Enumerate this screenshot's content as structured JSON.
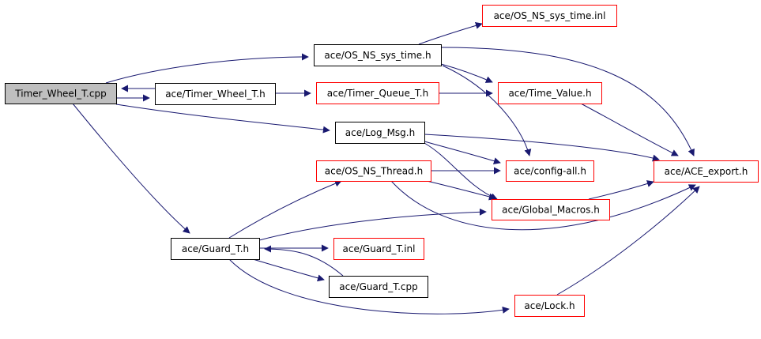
{
  "colors": {
    "background": "#ffffff",
    "edge": "#191970",
    "root_fill": "#bfbfbf",
    "black_border": "#000000",
    "red_border": "#ff0000"
  },
  "diagram": {
    "nodes": [
      {
        "id": "timer_wheel_cpp",
        "label": "Timer_Wheel_T.cpp",
        "style": "root"
      },
      {
        "id": "os_ns_sys_time_h",
        "label": "ace/OS_NS_sys_time.h",
        "style": "black"
      },
      {
        "id": "os_ns_sys_time_inl",
        "label": "ace/OS_NS_sys_time.inl",
        "style": "red"
      },
      {
        "id": "timer_wheel_h",
        "label": "ace/Timer_Wheel_T.h",
        "style": "black"
      },
      {
        "id": "timer_queue_h",
        "label": "ace/Timer_Queue_T.h",
        "style": "red"
      },
      {
        "id": "time_value_h",
        "label": "ace/Time_Value.h",
        "style": "red"
      },
      {
        "id": "log_msg_h",
        "label": "ace/Log_Msg.h",
        "style": "black"
      },
      {
        "id": "ace_export_h",
        "label": "ace/ACE_export.h",
        "style": "red"
      },
      {
        "id": "os_ns_thread_h",
        "label": "ace/OS_NS_Thread.h",
        "style": "red"
      },
      {
        "id": "config_all_h",
        "label": "ace/config-all.h",
        "style": "red"
      },
      {
        "id": "global_macros_h",
        "label": "ace/Global_Macros.h",
        "style": "red"
      },
      {
        "id": "guard_h",
        "label": "ace/Guard_T.h",
        "style": "black"
      },
      {
        "id": "guard_inl",
        "label": "ace/Guard_T.inl",
        "style": "red"
      },
      {
        "id": "guard_cpp",
        "label": "ace/Guard_T.cpp",
        "style": "black"
      },
      {
        "id": "lock_h",
        "label": "ace/Lock.h",
        "style": "red"
      }
    ],
    "edges": [
      {
        "from": "timer_wheel_cpp",
        "to": "os_ns_sys_time_h"
      },
      {
        "from": "timer_wheel_cpp",
        "to": "timer_wheel_h"
      },
      {
        "from": "timer_wheel_h",
        "to": "timer_wheel_cpp"
      },
      {
        "from": "timer_wheel_cpp",
        "to": "log_msg_h"
      },
      {
        "from": "timer_wheel_cpp",
        "to": "guard_h"
      },
      {
        "from": "os_ns_sys_time_h",
        "to": "os_ns_sys_time_inl"
      },
      {
        "from": "os_ns_sys_time_h",
        "to": "time_value_h"
      },
      {
        "from": "os_ns_sys_time_h",
        "to": "ace_export_h"
      },
      {
        "from": "os_ns_sys_time_h",
        "to": "config_all_h"
      },
      {
        "from": "timer_wheel_h",
        "to": "timer_queue_h"
      },
      {
        "from": "timer_queue_h",
        "to": "time_value_h"
      },
      {
        "from": "time_value_h",
        "to": "ace_export_h"
      },
      {
        "from": "log_msg_h",
        "to": "ace_export_h"
      },
      {
        "from": "log_msg_h",
        "to": "config_all_h"
      },
      {
        "from": "log_msg_h",
        "to": "global_macros_h"
      },
      {
        "from": "os_ns_thread_h",
        "to": "config_all_h"
      },
      {
        "from": "os_ns_thread_h",
        "to": "global_macros_h"
      },
      {
        "from": "os_ns_thread_h",
        "to": "ace_export_h"
      },
      {
        "from": "global_macros_h",
        "to": "ace_export_h"
      },
      {
        "from": "guard_h",
        "to": "os_ns_thread_h"
      },
      {
        "from": "guard_h",
        "to": "global_macros_h"
      },
      {
        "from": "guard_h",
        "to": "guard_inl"
      },
      {
        "from": "guard_h",
        "to": "guard_cpp"
      },
      {
        "from": "guard_cpp",
        "to": "guard_h"
      },
      {
        "from": "guard_h",
        "to": "lock_h"
      },
      {
        "from": "lock_h",
        "to": "ace_export_h"
      }
    ]
  }
}
